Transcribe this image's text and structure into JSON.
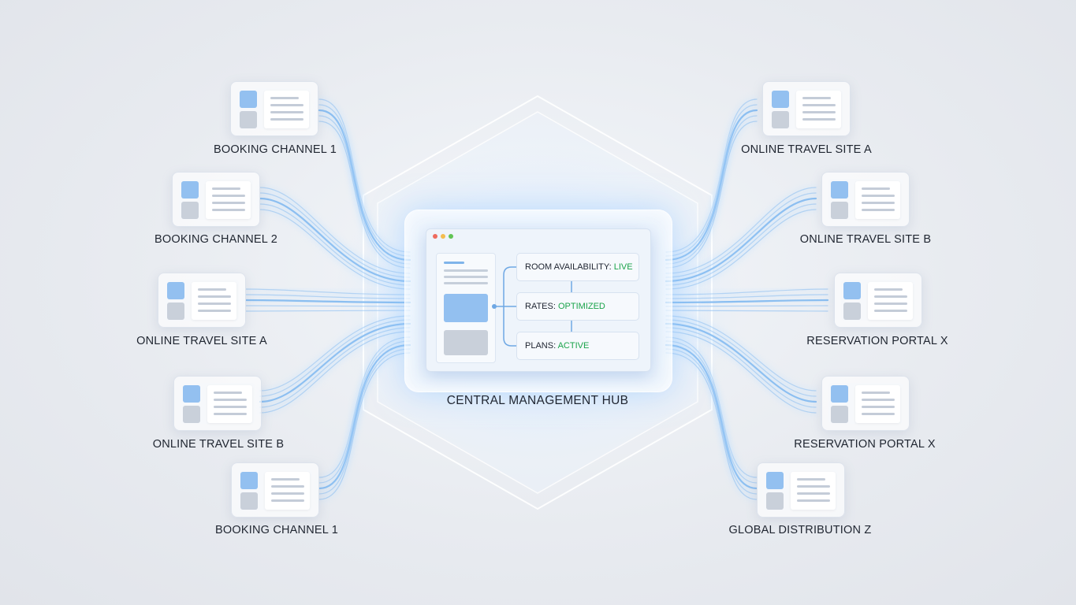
{
  "hub": {
    "title": "CENTRAL MANAGEMENT HUB",
    "statuses": [
      {
        "key": "ROOM AVAILABILITY:",
        "value": "LIVE"
      },
      {
        "key": "RATES:",
        "value": "OPTIMIZED"
      },
      {
        "key": "PLANS:",
        "value": "ACTIVE"
      }
    ],
    "window_dots": [
      "#ee6b5e",
      "#f4bd4f",
      "#61c454"
    ]
  },
  "left_channels": [
    {
      "label": "BOOKING CHANNEL 1"
    },
    {
      "label": "BOOKING CHANNEL 2"
    },
    {
      "label": "ONLINE TRAVEL SITE A"
    },
    {
      "label": "ONLINE TRAVEL SITE B"
    },
    {
      "label": "BOOKING CHANNEL 1"
    }
  ],
  "right_channels": [
    {
      "label": "ONLINE TRAVEL SITE A"
    },
    {
      "label": "ONLINE TRAVEL SITE B"
    },
    {
      "label": "RESERVATION PORTAL X"
    },
    {
      "label": "RESERVATION PORTAL X"
    },
    {
      "label": "GLOBAL DISTRIBUTION Z"
    }
  ],
  "colors": {
    "status_value": "#1aa34a",
    "flow": "#7fb8f0",
    "accent": "#93c0f0"
  }
}
